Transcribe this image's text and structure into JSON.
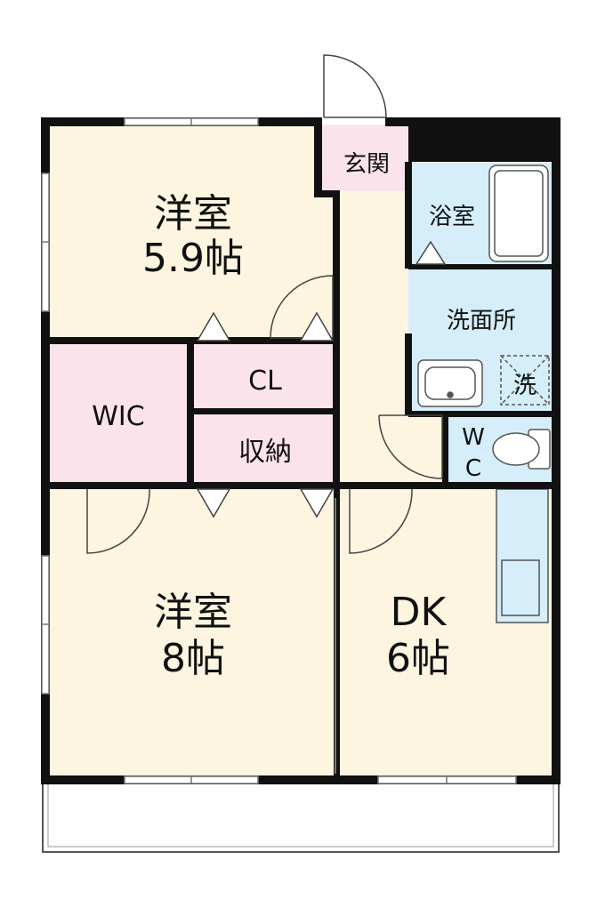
{
  "rooms": {
    "bedroom_top": {
      "name": "洋室",
      "size": "5.9帖"
    },
    "bedroom_bottom": {
      "name": "洋室",
      "size": "8帖"
    },
    "dining_kitchen": {
      "name": "DK",
      "size": "6帖"
    },
    "walk_in_closet": {
      "name": "WIC"
    },
    "closet": {
      "name": "CL"
    },
    "storage": {
      "name": "収納"
    },
    "entrance": {
      "name": "玄関"
    },
    "bathroom": {
      "name": "浴室"
    },
    "washroom": {
      "name": "洗面所"
    },
    "laundry": {
      "name": "洗"
    },
    "toilet": {
      "line1": "W",
      "line2": "C"
    }
  },
  "colors": {
    "wall": "#111111",
    "floor_living": "#fdf5e0",
    "floor_closet": "#fbe3ec",
    "floor_water": "#d5eefa",
    "fixture_stroke": "#555555"
  }
}
